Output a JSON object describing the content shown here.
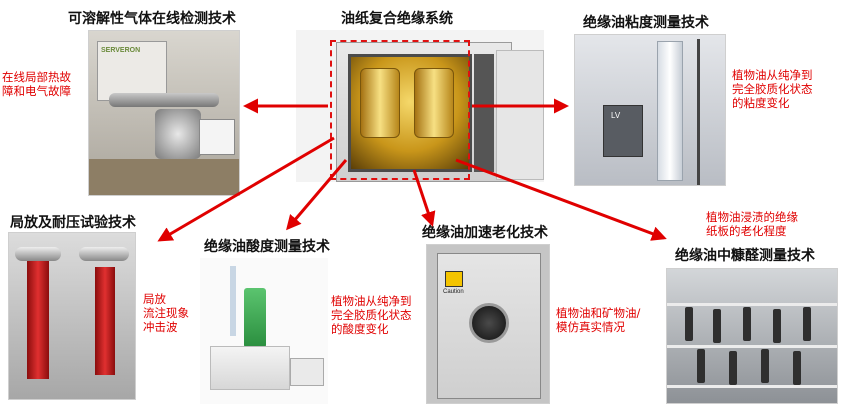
{
  "center": {
    "title": "油纸复合绝缘系统"
  },
  "nodes": {
    "dga": {
      "title": "可溶解性气体在线检测技术",
      "note_lines": [
        "在线局部热故",
        "障和电气故障"
      ]
    },
    "viscosity": {
      "title": "绝缘油粘度测量技术",
      "note_lines": [
        "植物油从纯净到",
        "完全胶质化状态",
        "的粘度变化"
      ]
    },
    "pd": {
      "title": "局放及耐压试验技术",
      "note_lines": [
        "局放",
        "流注现象",
        "冲击波"
      ]
    },
    "acid": {
      "title": "绝缘油酸度测量技术",
      "note_lines": [
        "植物油从纯净到",
        "完全胶质化状态",
        "的酸度变化"
      ]
    },
    "aging": {
      "title": "绝缘油加速老化技术",
      "note_lines": [
        "植物油和矿物油/",
        "模仿真实情况"
      ]
    },
    "furfural": {
      "title": "绝缘油中糠醛测量技术",
      "note_lines": [
        "植物油浸渍的绝缘",
        "纸板的老化程度"
      ]
    }
  },
  "photo_text": {
    "dga_brand": "SERVERON",
    "viscosity_brand": "LV",
    "aging_warning": "Caution"
  },
  "colors": {
    "arrow": "#e00000",
    "note": "#e00000",
    "title": "#111111"
  }
}
